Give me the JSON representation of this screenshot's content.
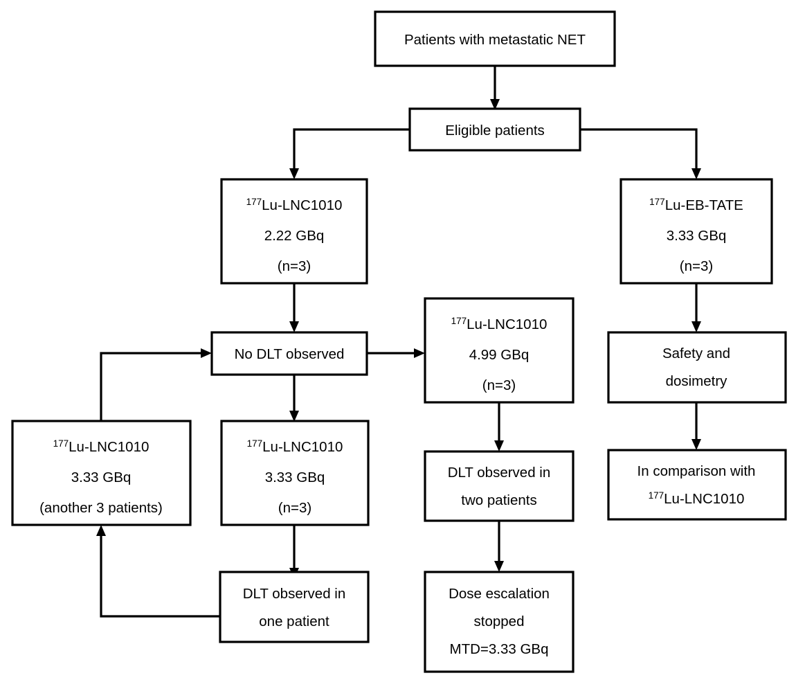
{
  "diagram": {
    "title": "Clinical trial dose-escalation flowchart",
    "type": "flowchart",
    "background_color": "#ffffff",
    "line_color": "#000000",
    "box_fill": "#ffffff"
  },
  "nodes": {
    "enrollment": {
      "id": "enrollment",
      "lines": [
        "Patients with metastatic NET"
      ]
    },
    "eligible": {
      "id": "eligible",
      "lines": [
        "Eligible patients"
      ]
    },
    "lnc_222": {
      "id": "lnc-lnc1010-2-22",
      "isotope": "177",
      "lines": [
        "Lu-LNC1010",
        "2.22 GBq",
        "(n=3)"
      ]
    },
    "ebtate_333": {
      "id": "lu-eb-tate-3-33",
      "isotope": "177",
      "lines": [
        "Lu-EB-TATE",
        "3.33 GBq",
        "(n=3)"
      ]
    },
    "no_dlt": {
      "id": "no-dlt-observed",
      "lines": [
        "No DLT observed"
      ]
    },
    "lnc_499": {
      "id": "lnc1010-4-99",
      "isotope": "177",
      "lines": [
        "Lu-LNC1010",
        "4.99 GBq",
        "(n=3)"
      ]
    },
    "safety": {
      "id": "safety-and-dosimetry",
      "lines": [
        "Safety and",
        "dosimetry"
      ]
    },
    "lnc_333_another": {
      "id": "lnc1010-3-33-another",
      "isotope": "177",
      "lines": [
        "Lu-LNC1010",
        "3.33 GBq",
        "(another 3 patients)"
      ]
    },
    "lnc_333_n3": {
      "id": "lnc1010-3-33-n3",
      "isotope": "177",
      "lines": [
        "Lu-LNC1010",
        "3.33 GBq",
        "(n=3)"
      ]
    },
    "dlt_two": {
      "id": "dlt-observed-two-patients",
      "lines": [
        "DLT observed in",
        "two patients"
      ]
    },
    "comparison": {
      "id": "in-comparison-with",
      "isotope": "177",
      "lines": [
        "In comparison with",
        "Lu-LNC1010"
      ]
    },
    "dlt_one": {
      "id": "dlt-observed-one-patient",
      "lines": [
        "DLT observed in",
        "one patient"
      ]
    },
    "stopped": {
      "id": "dose-escalation-stopped",
      "lines": [
        "Dose escalation",
        "stopped",
        "MTD=3.33 GBq"
      ]
    }
  },
  "edges": [
    {
      "from": "enrollment",
      "to": "eligible",
      "kind": "arrow-down"
    },
    {
      "from": "eligible",
      "to": "lnc_222",
      "kind": "elbow-left-down"
    },
    {
      "from": "eligible",
      "to": "ebtate_333",
      "kind": "elbow-right-down"
    },
    {
      "from": "lnc_222",
      "to": "no_dlt",
      "kind": "arrow-down"
    },
    {
      "from": "no_dlt",
      "to": "lnc_499",
      "kind": "arrow-right"
    },
    {
      "from": "no_dlt",
      "to": "lnc_333_n3",
      "kind": "arrow-down"
    },
    {
      "from": "lnc_333_n3",
      "to": "dlt_one",
      "kind": "arrow-down"
    },
    {
      "from": "dlt_one",
      "to": "lnc_333_another",
      "kind": "feedback-left-up"
    },
    {
      "from": "lnc_333_another",
      "to": "no_dlt",
      "kind": "feedback-up-right"
    },
    {
      "from": "lnc_499",
      "to": "dlt_two",
      "kind": "arrow-down"
    },
    {
      "from": "dlt_two",
      "to": "stopped",
      "kind": "arrow-down"
    },
    {
      "from": "ebtate_333",
      "to": "safety",
      "kind": "arrow-down"
    },
    {
      "from": "safety",
      "to": "comparison",
      "kind": "arrow-down"
    }
  ]
}
